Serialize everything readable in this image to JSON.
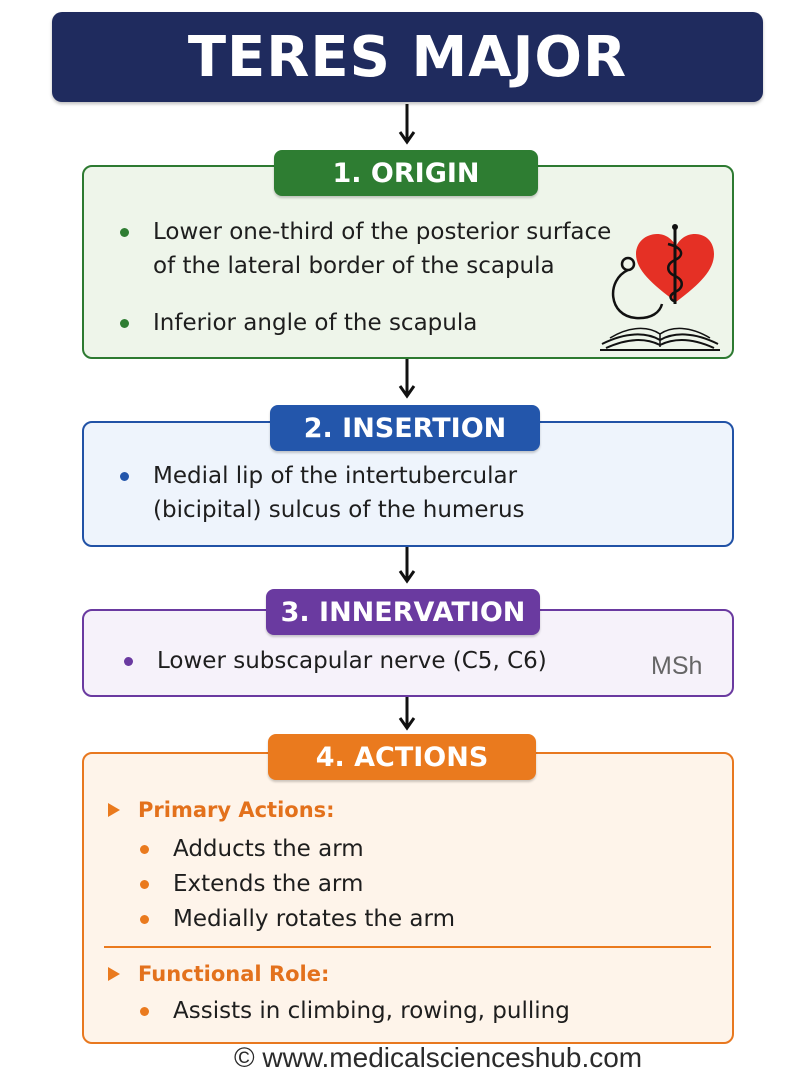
{
  "title": "TERES MAJOR",
  "sections": {
    "origin": {
      "label": "1. ORIGIN",
      "color": "#2e7d32",
      "bullets": [
        [
          "Lower one-third of the posterior surface",
          "of the lateral border of the scapula"
        ],
        [
          "Inferior angle of the scapula"
        ]
      ]
    },
    "insertion": {
      "label": "2. INSERTION",
      "color": "#2356ab",
      "bullets": [
        [
          "Medial lip of the intertubercular",
          "(bicipital) sulcus of the humerus"
        ]
      ]
    },
    "innervation": {
      "label": "3. INNERVATION",
      "color": "#6a3aa0",
      "bullets": [
        [
          "Lower subscapular nerve (C5, C6)"
        ]
      ]
    },
    "actions": {
      "label": "4. ACTIONS",
      "color": "#ea7a1e",
      "primary": {
        "heading": "Primary Actions:",
        "bullets": [
          "Adducts the arm",
          "Extends the arm",
          "Medially rotates the arm"
        ]
      },
      "functional": {
        "heading": "Functional Role:",
        "bullets": [
          "Assists in climbing, rowing, pulling"
        ]
      }
    }
  },
  "watermark": "MSh",
  "footer": "© www.medicalscienceshub.com",
  "icons": [
    "heart-caduceus-stethoscope-book-icon",
    "arrow-down-icon",
    "triangle-bullet-icon"
  ],
  "colors": {
    "title_bg": "#1f2b5e"
  }
}
